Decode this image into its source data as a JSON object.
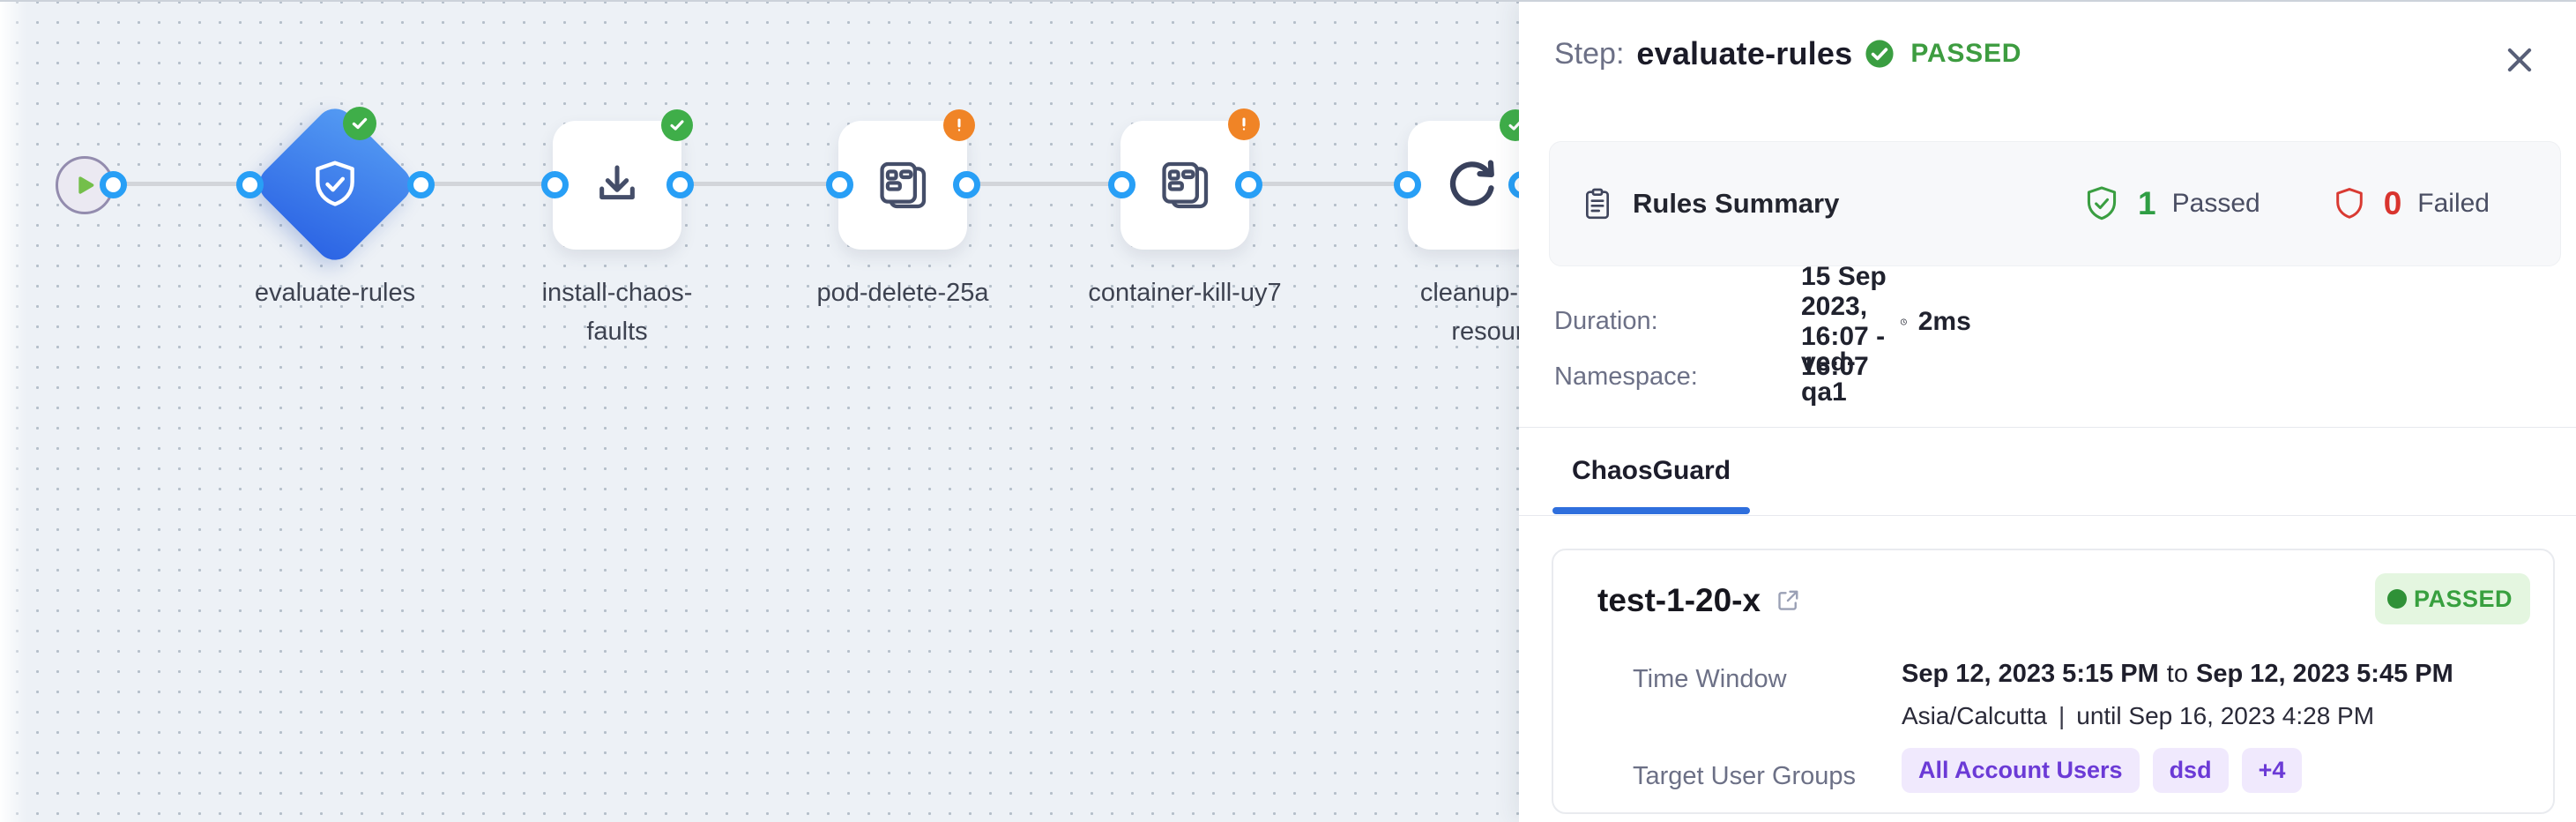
{
  "canvas": {
    "nodes": [
      {
        "id": "start",
        "label": ""
      },
      {
        "id": "evaluate-rules",
        "label": "evaluate-rules",
        "status": "passed"
      },
      {
        "id": "install-chaos-faults",
        "label": "install-chaos-faults",
        "status": "passed"
      },
      {
        "id": "pod-delete-25a",
        "label": "pod-delete-25a",
        "status": "warning"
      },
      {
        "id": "container-kill-uy7",
        "label": "container-kill-uy7",
        "status": "warning"
      },
      {
        "id": "cleanup-chaos-resources",
        "label": "cleanup-chaos-resources",
        "status": "passed"
      }
    ]
  },
  "panel": {
    "header": {
      "step_label": "Step:",
      "step_name": "evaluate-rules",
      "status": "PASSED"
    },
    "rules_summary": {
      "title": "Rules Summary",
      "passed_count": "1",
      "passed_label": "Passed",
      "failed_count": "0",
      "failed_label": "Failed"
    },
    "meta": {
      "duration_label": "Duration:",
      "duration_value": "15 Sep 2023, 16:07 - 16:07",
      "duration_elapsed": "2ms",
      "namespace_label": "Namespace:",
      "namespace_value": "ved-qa1"
    },
    "tabs": [
      {
        "label": "ChaosGuard",
        "active": true
      }
    ],
    "card": {
      "title": "test-1-20-x",
      "status": "PASSED",
      "time_window_label": "Time Window",
      "time_from": "Sep 12, 2023 5:15 PM",
      "time_to_word": "to",
      "time_to": "Sep 12, 2023 5:45 PM",
      "timezone": "Asia/Calcutta",
      "separator": "|",
      "until": "until Sep 16, 2023 4:28 PM",
      "target_user_groups_label": "Target User Groups",
      "groups": [
        "All Account Users",
        "dsd",
        "+4"
      ]
    }
  },
  "colors": {
    "accent_blue": "#289ff6",
    "diamond_blue": "#2b63e4",
    "success_green": "#3d9c40",
    "warning_orange": "#f08426",
    "error_red": "#d9342e",
    "purple_badge": "#6b3ad6",
    "tab_underline": "#2f6fdd"
  }
}
